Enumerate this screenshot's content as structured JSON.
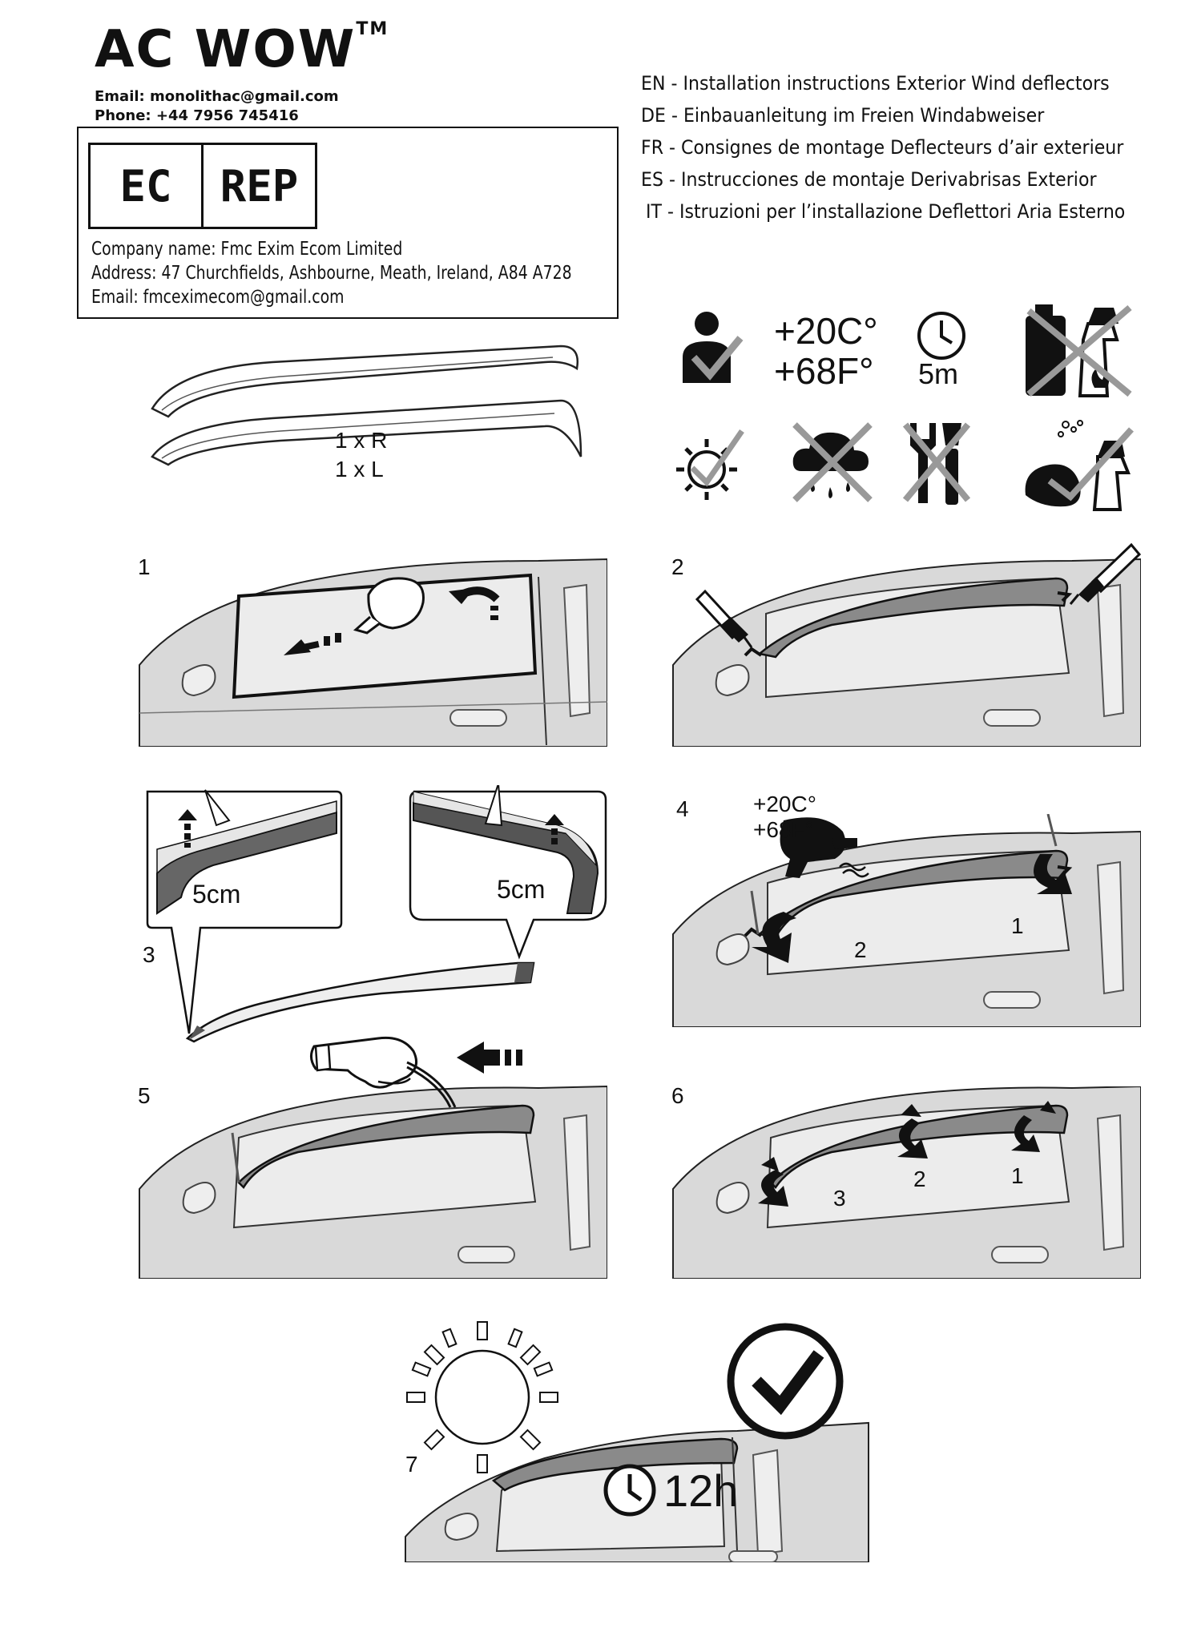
{
  "header": {
    "brand": "AC WOW",
    "trademark": "TM",
    "email": "Email: monolithac@gmail.com",
    "phone": "Phone: +44 7956 745416"
  },
  "ec_rep": {
    "mark_left": "EC",
    "mark_right": "REP",
    "company": "Company name: Fmc Exim Ecom Limited",
    "address": "Address: 47 Churchfields, Ashbourne, Meath, Ireland, A84 A728",
    "email": "Email: fmceximecom@gmail.com"
  },
  "languages": [
    "EN - Installation instructions Exterior Wind deflectors",
    "DE - Einbauanleitung im Freien Windabweiser",
    "FR - Consignes de montage Deflecteurs d’air exterieur",
    "ES - Instrucciones de montaje Derivabrisas Exterior",
    "IT - Istruzioni per l’installazione Deflettori Aria Esterno"
  ],
  "conditions": {
    "temp_c": "+20C°",
    "temp_f": "+68F°",
    "time": "5m"
  },
  "parts": {
    "right": "1 x R",
    "left": "1 x L"
  },
  "steps": {
    "s1": "1",
    "s2": "2",
    "s3": "3",
    "s4": "4",
    "s5": "5",
    "s6": "6",
    "s7": "7",
    "tape_length_a": "5cm",
    "tape_length_b": "5cm",
    "s4_temp_c": "+20C°",
    "s4_temp_f": "+68F°",
    "s4_order_1": "1",
    "s4_order_2": "2",
    "s6_order_1": "1",
    "s6_order_2": "2",
    "s6_order_3": "3",
    "cure_time": "12h"
  },
  "colors": {
    "ink": "#111111",
    "panel_gray": "#d7d7d7",
    "glass_gray": "#e9e9e9",
    "deflector_gray": "#8a8a8a"
  }
}
